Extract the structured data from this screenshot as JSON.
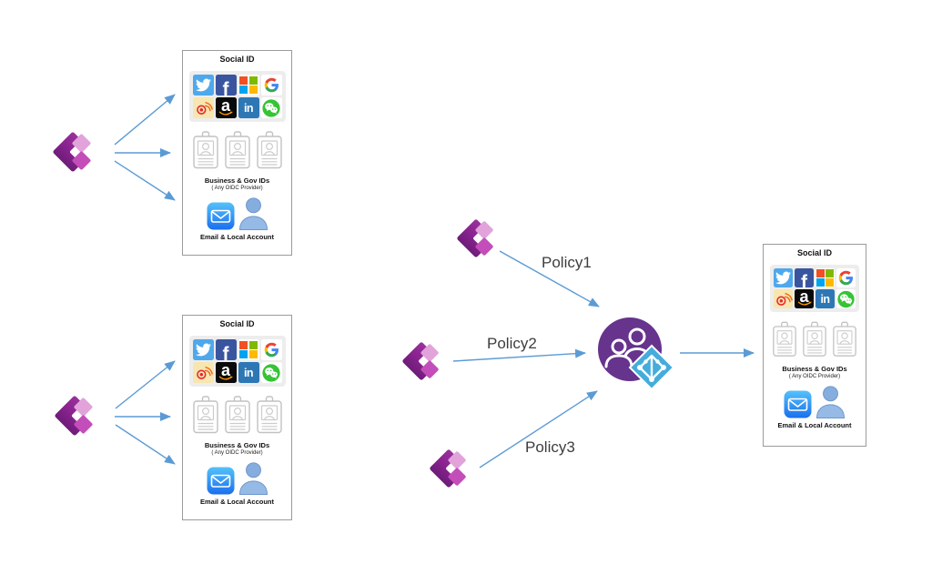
{
  "panel": {
    "title": "Social ID",
    "social_providers": [
      "Twitter",
      "Facebook",
      "Microsoft",
      "Google",
      "Weibo",
      "Amazon",
      "LinkedIn",
      "WeChat"
    ],
    "glyphs": {
      "facebook": "f",
      "amazon": "a",
      "linkedin": "in"
    },
    "business_label": "Business & Gov IDs",
    "business_sublabel": "( Any OIDC Provider)",
    "email_label": "Email & Local Account"
  },
  "policies": [
    {
      "label": "Policy1"
    },
    {
      "label": "Policy2"
    },
    {
      "label": "Policy3"
    }
  ],
  "colors": {
    "arrow": "#5b9bd5",
    "b2c_circle": "#66338d",
    "azure_ad_diamond": "#45acdc",
    "powerapps_dark": "#5a1769",
    "powerapps_light": "#e2a3db",
    "powerapps_mid": "#c44eb9",
    "panel_border": "#9b9b9b"
  }
}
